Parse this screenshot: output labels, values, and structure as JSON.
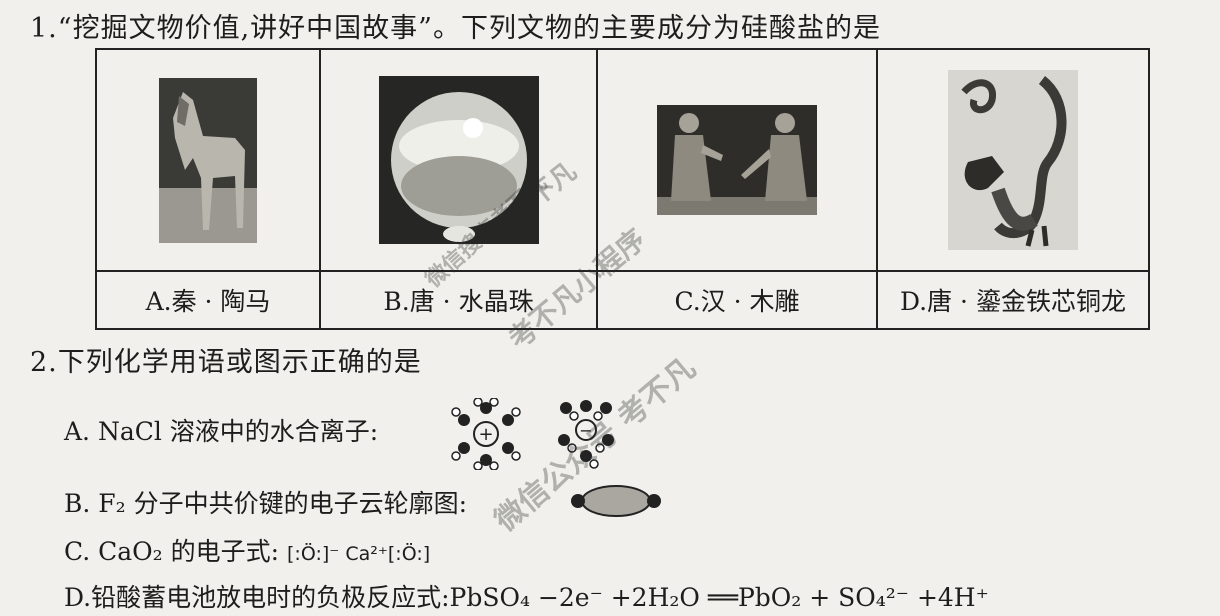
{
  "q1": {
    "title": "1.“挖掘文物价值,讲好中国故事”。下列文物的主要成分为硅酸盐的是",
    "options": [
      {
        "label": "A.秦 · 陶马"
      },
      {
        "label": "B.唐 · 水晶珠"
      },
      {
        "label": "C.汉 · 木雕"
      },
      {
        "label": "D.唐 · 鎏金铁芯铜龙"
      }
    ]
  },
  "q2": {
    "title": "2.下列化学用语或图示正确的是",
    "optionA": "A. NaCl 溶液中的水合离子:",
    "optionB": "B. F₂ 分子中共价键的电子云轮廓图:",
    "optionC": "C. CaO₂ 的电子式:",
    "optionD": "D.铅酸蓄电池放电时的负极反应式:PbSO₄ −2e⁻ +2H₂O ══PbO₂ + SO₄²⁻ +4H⁺",
    "cao2_formula": "[:Ö:]⁻ Ca²⁺[:Ö:]"
  },
  "watermarks": {
    "w1": "考不凡",
    "w2": "微信搜索考不凡",
    "w3": "考不凡小程序",
    "w4": "微信公众号 考不凡"
  },
  "colors": {
    "background": "#f1f0ec",
    "text": "#1d1d1d"
  }
}
